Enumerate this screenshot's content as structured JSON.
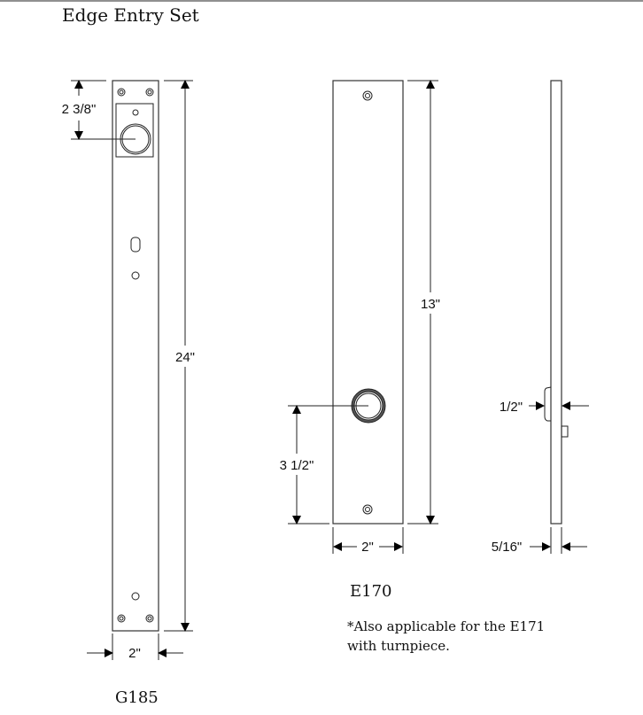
{
  "title": "Edge Entry Set",
  "g185": {
    "label": "G185",
    "dim_top": "2 3/8\"",
    "dim_height": "24\"",
    "dim_width": "2\""
  },
  "e170": {
    "label": "E170",
    "dim_height": "13\"",
    "dim_cyl": "3 1/2\"",
    "dim_width": "2\"",
    "note_line1": "*Also applicable for the E171",
    "note_line2": "with turnpiece."
  },
  "side": {
    "dim_projection": "1/2\"",
    "dim_thickness": "5/16\""
  }
}
